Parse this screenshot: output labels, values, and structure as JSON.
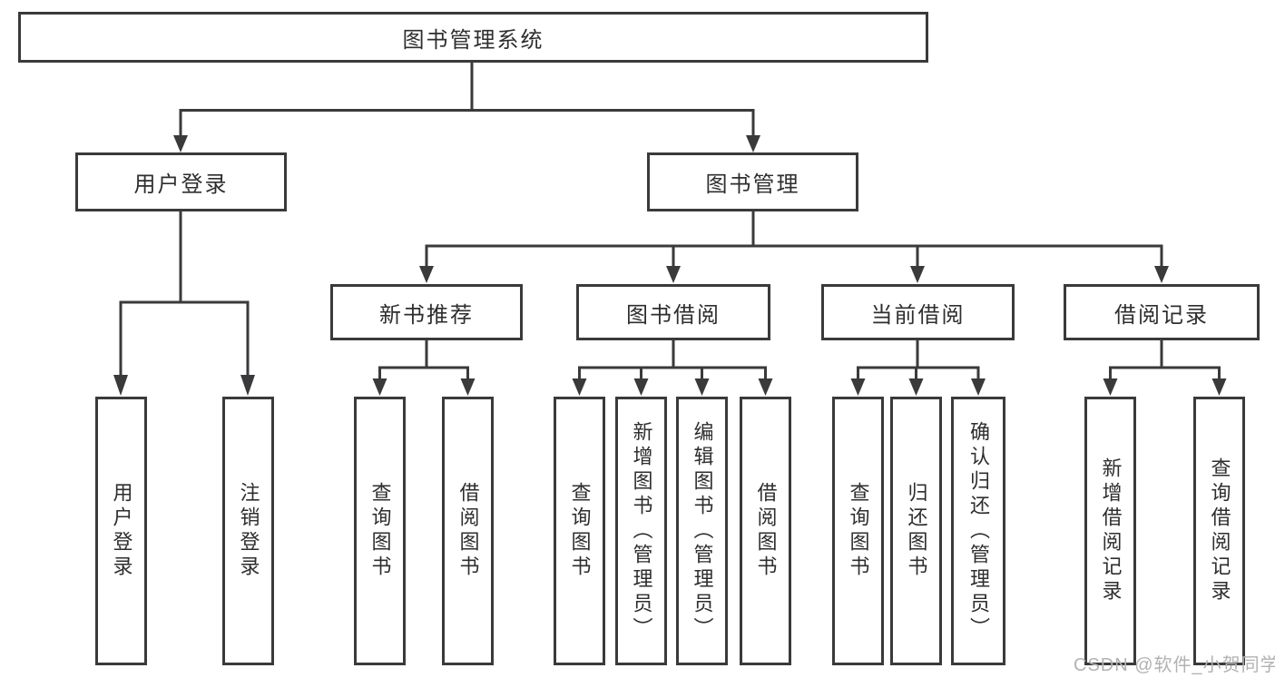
{
  "title": "图书管理系统",
  "tree": {
    "root": {
      "label": "图书管理系统",
      "children": [
        {
          "label": "用户登录",
          "children": [
            {
              "label": "用户登录"
            },
            {
              "label": "注销登录"
            }
          ]
        },
        {
          "label": "图书管理",
          "children": [
            {
              "label": "新书推荐",
              "children": [
                {
                  "label": "查询图书"
                },
                {
                  "label": "借阅图书"
                }
              ]
            },
            {
              "label": "图书借阅",
              "children": [
                {
                  "label": "查询图书"
                },
                {
                  "label": "新增图书（管理员）"
                },
                {
                  "label": "编辑图书（管理员）"
                },
                {
                  "label": "借阅图书"
                }
              ]
            },
            {
              "label": "当前借阅",
              "children": [
                {
                  "label": "查询图书"
                },
                {
                  "label": "归还图书"
                },
                {
                  "label": "确认归还（管理员）"
                }
              ]
            },
            {
              "label": "借阅记录",
              "children": [
                {
                  "label": "新增借阅记录"
                },
                {
                  "label": "查询借阅记录"
                }
              ]
            }
          ]
        }
      ]
    }
  },
  "watermark": {
    "text": "CSDN @软件_小贺同学"
  },
  "colors": {
    "line": "#3a3a3c",
    "box_border": "#3a3a3c",
    "text": "#2e2e30",
    "watermark": "#b2b2b2",
    "background": "#ffffff"
  }
}
